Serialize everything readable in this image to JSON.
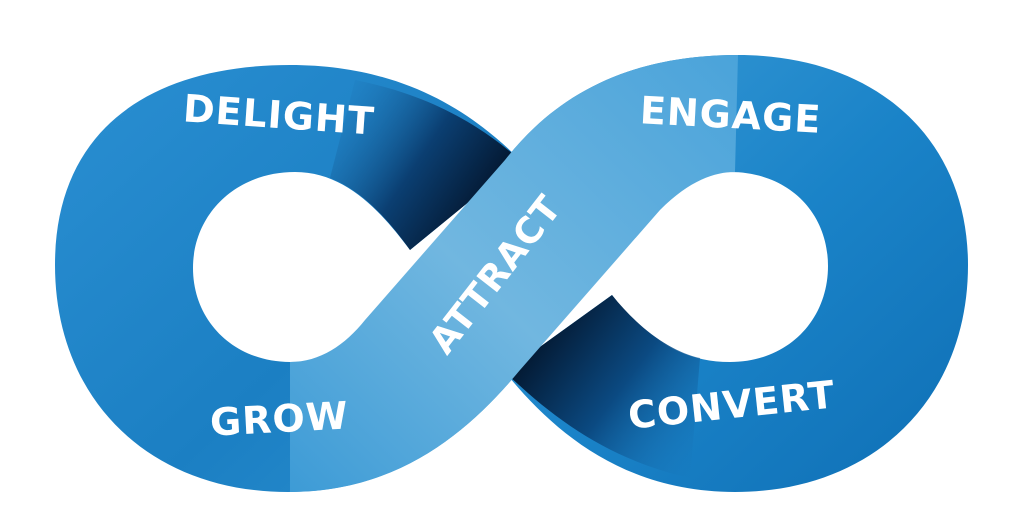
{
  "stages": {
    "delight": "DELIGHT",
    "engage": "ENGAGE",
    "attract": "ATTRACT",
    "grow": "GROW",
    "convert": "CONVERT"
  },
  "colors": {
    "ring_dark": "#0a6fb4",
    "ring_mid": "#1f86c9",
    "ring_light": "#6fb5de",
    "shadow": "#041a33",
    "text": "#ffffff",
    "background": "#ffffff"
  }
}
